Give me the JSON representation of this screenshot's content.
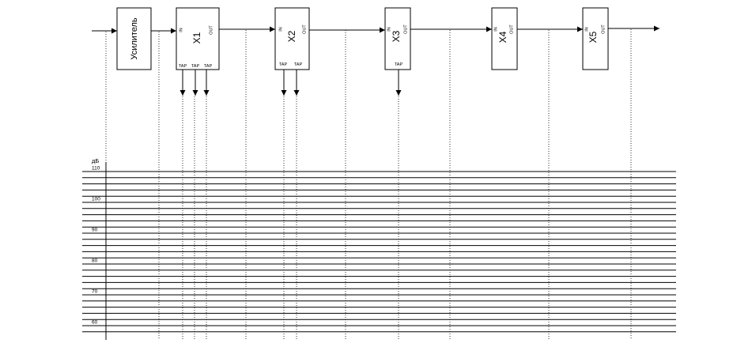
{
  "amplifier": {
    "label": "Усилитель"
  },
  "port_labels": {
    "in": "IN",
    "out": "OUT"
  },
  "tap_label": "TAP",
  "taps": [
    {
      "name": "X1",
      "tap_count": 3
    },
    {
      "name": "X2",
      "tap_count": 2
    },
    {
      "name": "X3",
      "tap_count": 1
    },
    {
      "name": "X4",
      "tap_count": 0
    },
    {
      "name": "X5",
      "tap_count": 0
    }
  ],
  "level_axis": {
    "unit": "дБ",
    "ticks": [
      "110",
      "100",
      "90",
      "80",
      "70",
      "60"
    ],
    "tick_values": [
      110,
      100,
      90,
      80,
      70,
      60
    ],
    "range": [
      58,
      110
    ],
    "gridline_step": 2,
    "grid": true
  },
  "colors": {
    "line": "#000000",
    "background": "#ffffff"
  }
}
